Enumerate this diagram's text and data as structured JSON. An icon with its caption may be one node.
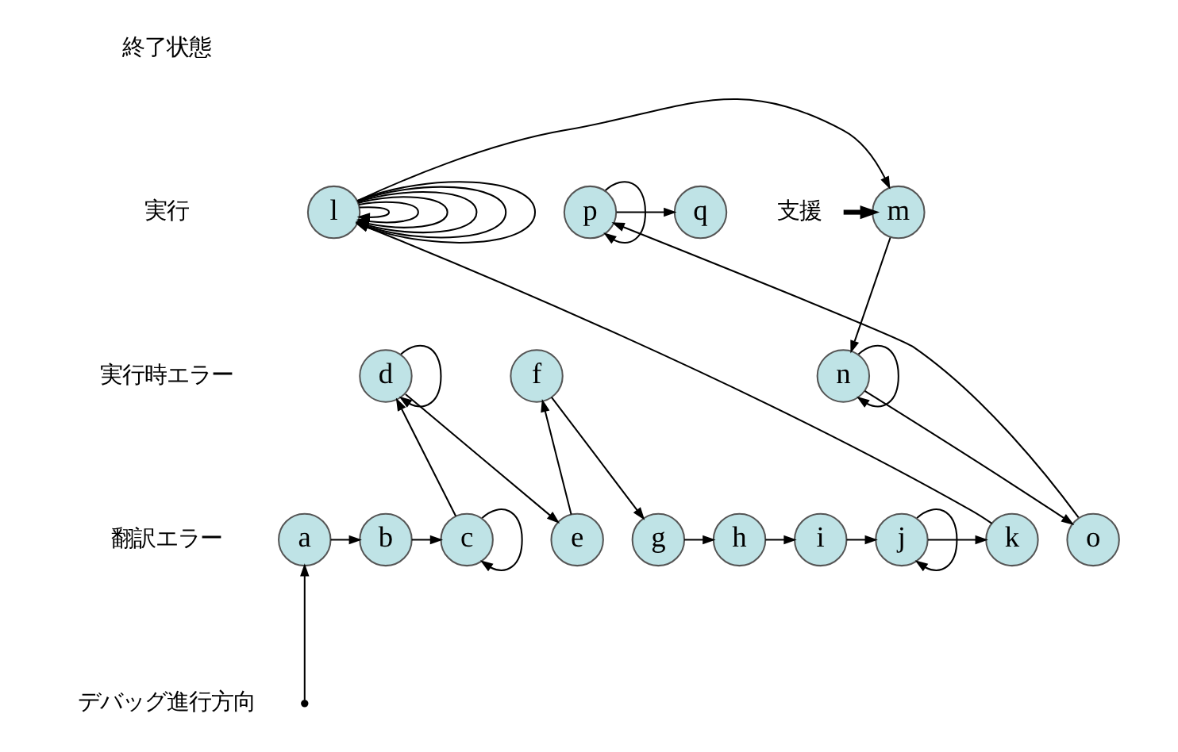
{
  "diagram": {
    "nodes": [
      {
        "text": [
          "a"
        ]
      },
      {
        "text": [
          "b"
        ]
      },
      {
        "text": [
          "c"
        ]
      },
      {
        "text": [
          "d"
        ]
      },
      {
        "text": [
          "e"
        ]
      },
      {
        "text": [
          "f"
        ]
      },
      {
        "text": [
          "g"
        ]
      },
      {
        "text": [
          "h"
        ]
      },
      {
        "text": [
          "i"
        ]
      },
      {
        "text": [
          "j"
        ]
      },
      {
        "text": [
          "k"
        ]
      },
      {
        "text": [
          "l"
        ]
      },
      {
        "text": [
          "m"
        ]
      },
      {
        "text": [
          "n"
        ]
      },
      {
        "text": [
          "o"
        ]
      },
      {
        "text": [
          "p"
        ]
      },
      {
        "text": [
          "q"
        ]
      },
      {
        "text": [
          "支援"
        ]
      }
    ],
    "edges": [
      {
        "from": null,
        "to": 0,
        "arrow": "to"
      },
      {
        "from": 0,
        "to": 1,
        "arrow": "to"
      },
      {
        "from": 1,
        "to": 2,
        "arrow": "to"
      },
      {
        "from": 2,
        "to": 2,
        "arrow": "to"
      },
      {
        "from": 2,
        "to": 3,
        "arrow": "to"
      },
      {
        "from": 3,
        "to": 3,
        "arrow": "to"
      },
      {
        "from": 3,
        "to": 4,
        "arrow": "to"
      },
      {
        "from": 4,
        "to": 5,
        "arrow": "to"
      },
      {
        "from": 5,
        "to": 6,
        "arrow": "to"
      },
      {
        "from": 6,
        "to": 7,
        "arrow": "to"
      },
      {
        "from": 7,
        "to": 8,
        "arrow": "to"
      },
      {
        "from": 8,
        "to": 9,
        "arrow": "to"
      },
      {
        "from": 9,
        "to": 9,
        "arrow": "to"
      },
      {
        "from": 9,
        "to": 10,
        "arrow": "to"
      },
      {
        "from": 10,
        "to": 11,
        "arrow": "to"
      },
      {
        "from": 11,
        "to": 11,
        "arrow": "to"
      },
      {
        "from": 11,
        "to": 11,
        "arrow": "to"
      },
      {
        "from": 11,
        "to": 11,
        "arrow": "to"
      },
      {
        "from": 11,
        "to": 11,
        "arrow": "to"
      },
      {
        "from": 11,
        "to": 11,
        "arrow": "to"
      },
      {
        "from": 11,
        "to": 11,
        "arrow": "to"
      },
      {
        "from": 11,
        "to": 12,
        "arrow": "to"
      },
      {
        "from": 12,
        "to": 13,
        "arrow": "to"
      },
      {
        "from": 13,
        "to": 13,
        "arrow": "to"
      },
      {
        "from": 13,
        "to": 14,
        "arrow": "to"
      },
      {
        "from": 14,
        "to": 15,
        "arrow": "to"
      },
      {
        "from": 15,
        "to": 15,
        "arrow": "to"
      },
      {
        "from": 15,
        "to": 16,
        "arrow": "to"
      },
      {
        "from": 17,
        "to": 12,
        "arrow": "to",
        "style": "thick"
      }
    ],
    "labels": [
      "終了状態",
      "実行",
      "実行時エラー",
      "翻訳エラー",
      "デバッグ進行方向"
    ]
  }
}
